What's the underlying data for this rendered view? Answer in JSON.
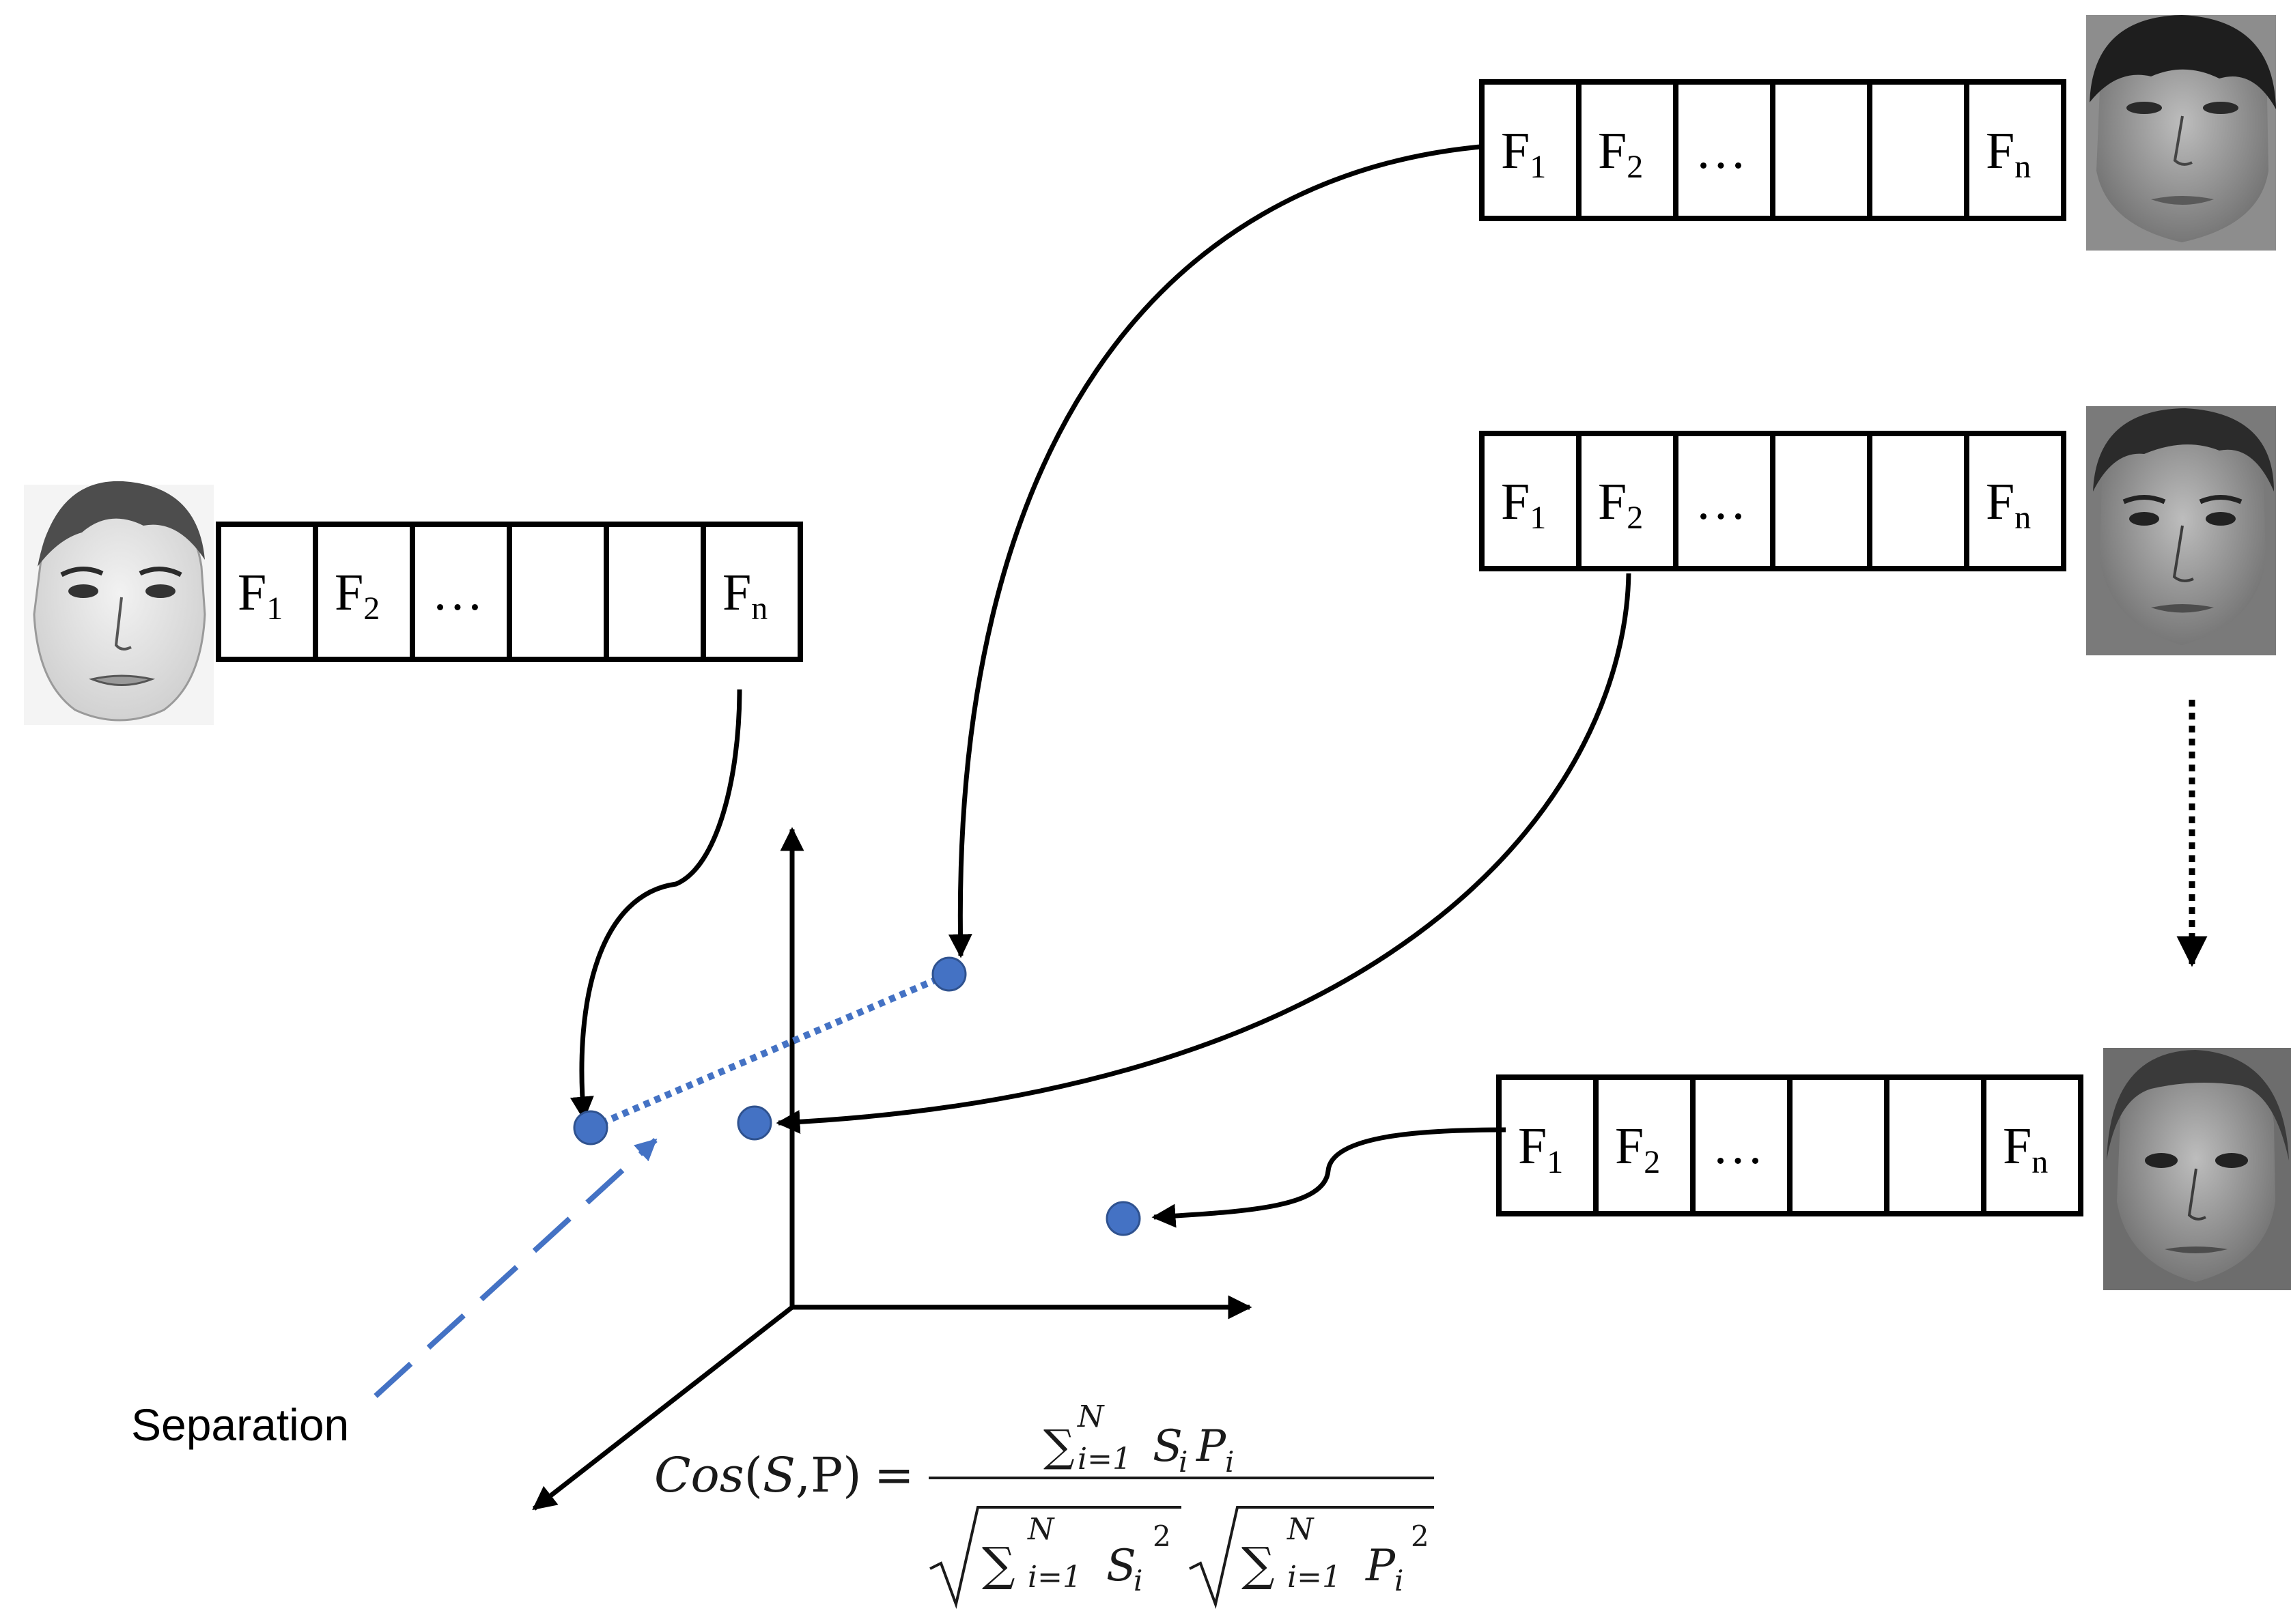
{
  "colors": {
    "accent": "#4472c4",
    "stroke": "#000000",
    "background": "#ffffff"
  },
  "feature_vectors": [
    {
      "name": "sketch-vector",
      "image": "sketch-face",
      "cells": [
        {
          "main": "F",
          "sub": "1"
        },
        {
          "main": "F",
          "sub": "2"
        },
        {
          "main": "…",
          "sub": ""
        },
        {
          "main": "",
          "sub": ""
        },
        {
          "main": "",
          "sub": ""
        },
        {
          "main": "F",
          "sub": "n"
        }
      ]
    },
    {
      "name": "photo-vector-1",
      "image": "photo-face-1",
      "cells": [
        {
          "main": "F",
          "sub": "1"
        },
        {
          "main": "F",
          "sub": "2"
        },
        {
          "main": "…",
          "sub": ""
        },
        {
          "main": "",
          "sub": ""
        },
        {
          "main": "",
          "sub": ""
        },
        {
          "main": "F",
          "sub": "n"
        }
      ]
    },
    {
      "name": "photo-vector-2",
      "image": "photo-face-2",
      "cells": [
        {
          "main": "F",
          "sub": "1"
        },
        {
          "main": "F",
          "sub": "2"
        },
        {
          "main": "…",
          "sub": ""
        },
        {
          "main": "",
          "sub": ""
        },
        {
          "main": "",
          "sub": ""
        },
        {
          "main": "F",
          "sub": "n"
        }
      ]
    },
    {
      "name": "photo-vector-3",
      "image": "photo-face-3",
      "cells": [
        {
          "main": "F",
          "sub": "1"
        },
        {
          "main": "F",
          "sub": "2"
        },
        {
          "main": "…",
          "sub": ""
        },
        {
          "main": "",
          "sub": ""
        },
        {
          "main": "",
          "sub": ""
        },
        {
          "main": "F",
          "sub": "n"
        }
      ]
    }
  ],
  "separation_label": "Separation",
  "formula": {
    "lhs_func": "Cos",
    "lhs_open": "(",
    "lhs_s": "S",
    "lhs_comma_p": ",P",
    "lhs_close": ")",
    "equals": "=",
    "sigma": "∑",
    "index_bottom": "i=1",
    "index_top": "N",
    "s": "S",
    "p": "P",
    "i": "i",
    "squared": "2"
  }
}
